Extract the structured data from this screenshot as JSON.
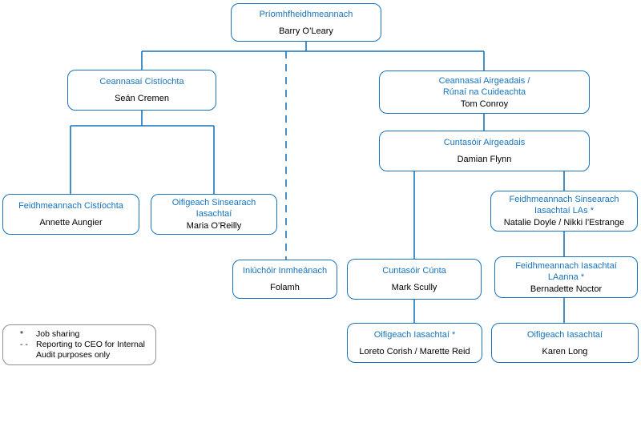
{
  "palette": {
    "accent_blue": "#1774be",
    "title_text_blue": "#1673bd",
    "name_text": "#000000",
    "legend_border_gray": "#909090",
    "background": "#ffffff"
  },
  "nodes": {
    "ceo": {
      "title": "Príomhfheidhmeannach",
      "name": "Barry O’Leary"
    },
    "head_treasury": {
      "title": "Ceannasaí Cistíochta",
      "name": "Seán Cremen"
    },
    "head_finance": {
      "title": "Ceannasaí Airgeadais /\nRúnaí na Cuideachta",
      "name": "Tom Conroy"
    },
    "financial_accountant": {
      "title": "Cuntasóir Airgeadais",
      "name": "Damian Flynn"
    },
    "treasury_executive": {
      "title": "Feidhmeannach Cistíochta",
      "name": "Annette Aungier"
    },
    "senior_loans_officer": {
      "title": "Oifigeach Sinsearach\nIasachtaí",
      "name": "Maria O’Reilly"
    },
    "internal_auditor": {
      "title": "Iniúchóir Inmheánach",
      "name": "Folamh"
    },
    "assistant_accountant": {
      "title": "Cuntasóir Cúnta",
      "name": "Mark Scully"
    },
    "senior_loans_exec_las": {
      "title": "Feidhmeannach Sinsearach\nIasachtaí LAs *",
      "name": "Natalie Doyle / Nikki l’Estrange"
    },
    "loans_exec_laanna": {
      "title": "Feidhmeannach Iasachtaí\nLAanna *",
      "name": "Bernadette Noctor"
    },
    "loans_officer_shared": {
      "title": "Oifigeach Iasachtaí *",
      "name": "Loreto Corish / Marette Reid"
    },
    "loans_officer": {
      "title": "Oifigeach Iasachtaí",
      "name": "Karen Long"
    }
  },
  "legend": {
    "job_sharing_marker": "*",
    "job_sharing_text": "Job sharing",
    "dashed_marker": "- -",
    "dashed_text": "Reporting to CEO for Internal\nAudit purposes only"
  }
}
